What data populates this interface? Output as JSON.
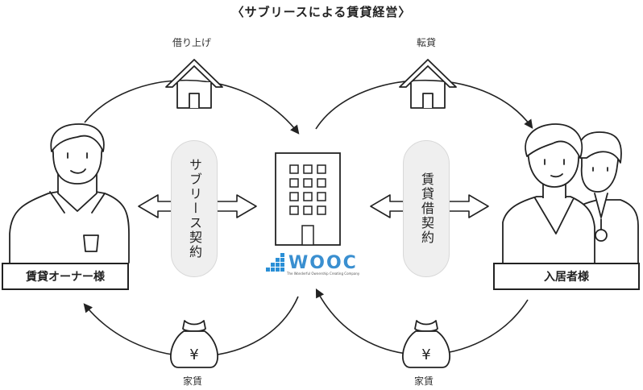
{
  "title": "〈サブリースによる賃貸経営〉",
  "labels": {
    "top_left_house": "借り上げ",
    "top_right_house": "転貸",
    "bottom_left_bag": "家賃",
    "bottom_right_bag": "家賃",
    "left_contract": "サブリース契約",
    "right_contract": "賃貸借契約",
    "owner": "賃貸オーナー様",
    "tenant": "入居者様",
    "logo_text": "WOOC",
    "logo_tagline": "The Wonderful Ownership Creating Company",
    "yen": "¥"
  },
  "colors": {
    "line": "#222222",
    "pill_bg": "#efefef",
    "logo_blue": "#2a8fd6",
    "logo_dark": "#4a4a4a"
  },
  "icons": [
    "house-icon",
    "money-bag-icon",
    "building-icon",
    "owner-person-icon",
    "tenant-couple-icon",
    "double-arrow-icon",
    "curved-arrow-icon"
  ]
}
